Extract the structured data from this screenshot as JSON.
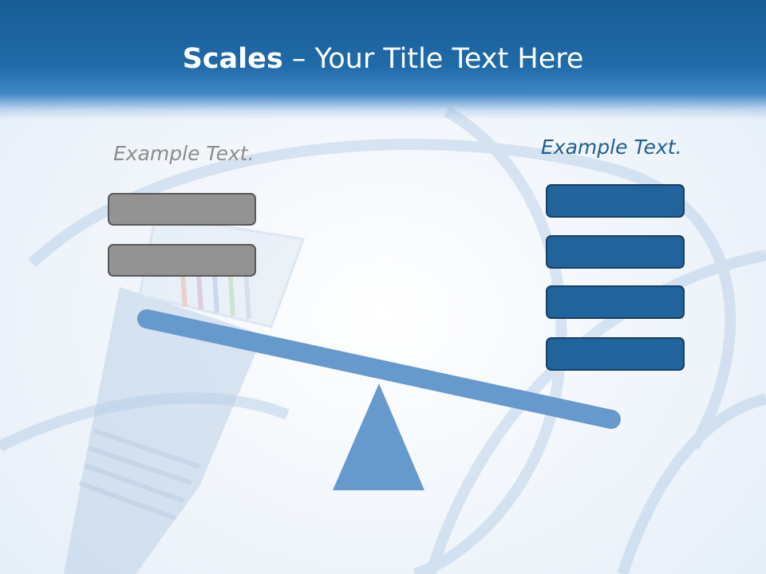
{
  "slide": {
    "title_bold": "Scales",
    "title_rest": " – Your Title Text Here",
    "left_label": "Example Text.",
    "right_label": "Example Text.",
    "left_boxes": 2,
    "right_boxes": 4
  },
  "colors": {
    "header": "#1f6aa8",
    "beam": "#6699cc",
    "left_box": "#939393",
    "right_box": "#20649b",
    "left_label": "#8c8c8c",
    "right_label": "#1f5f91"
  },
  "icons": [
    "ethernet-plug-background",
    "cable-loops-background",
    "seesaw-beam",
    "seesaw-fulcrum"
  ]
}
